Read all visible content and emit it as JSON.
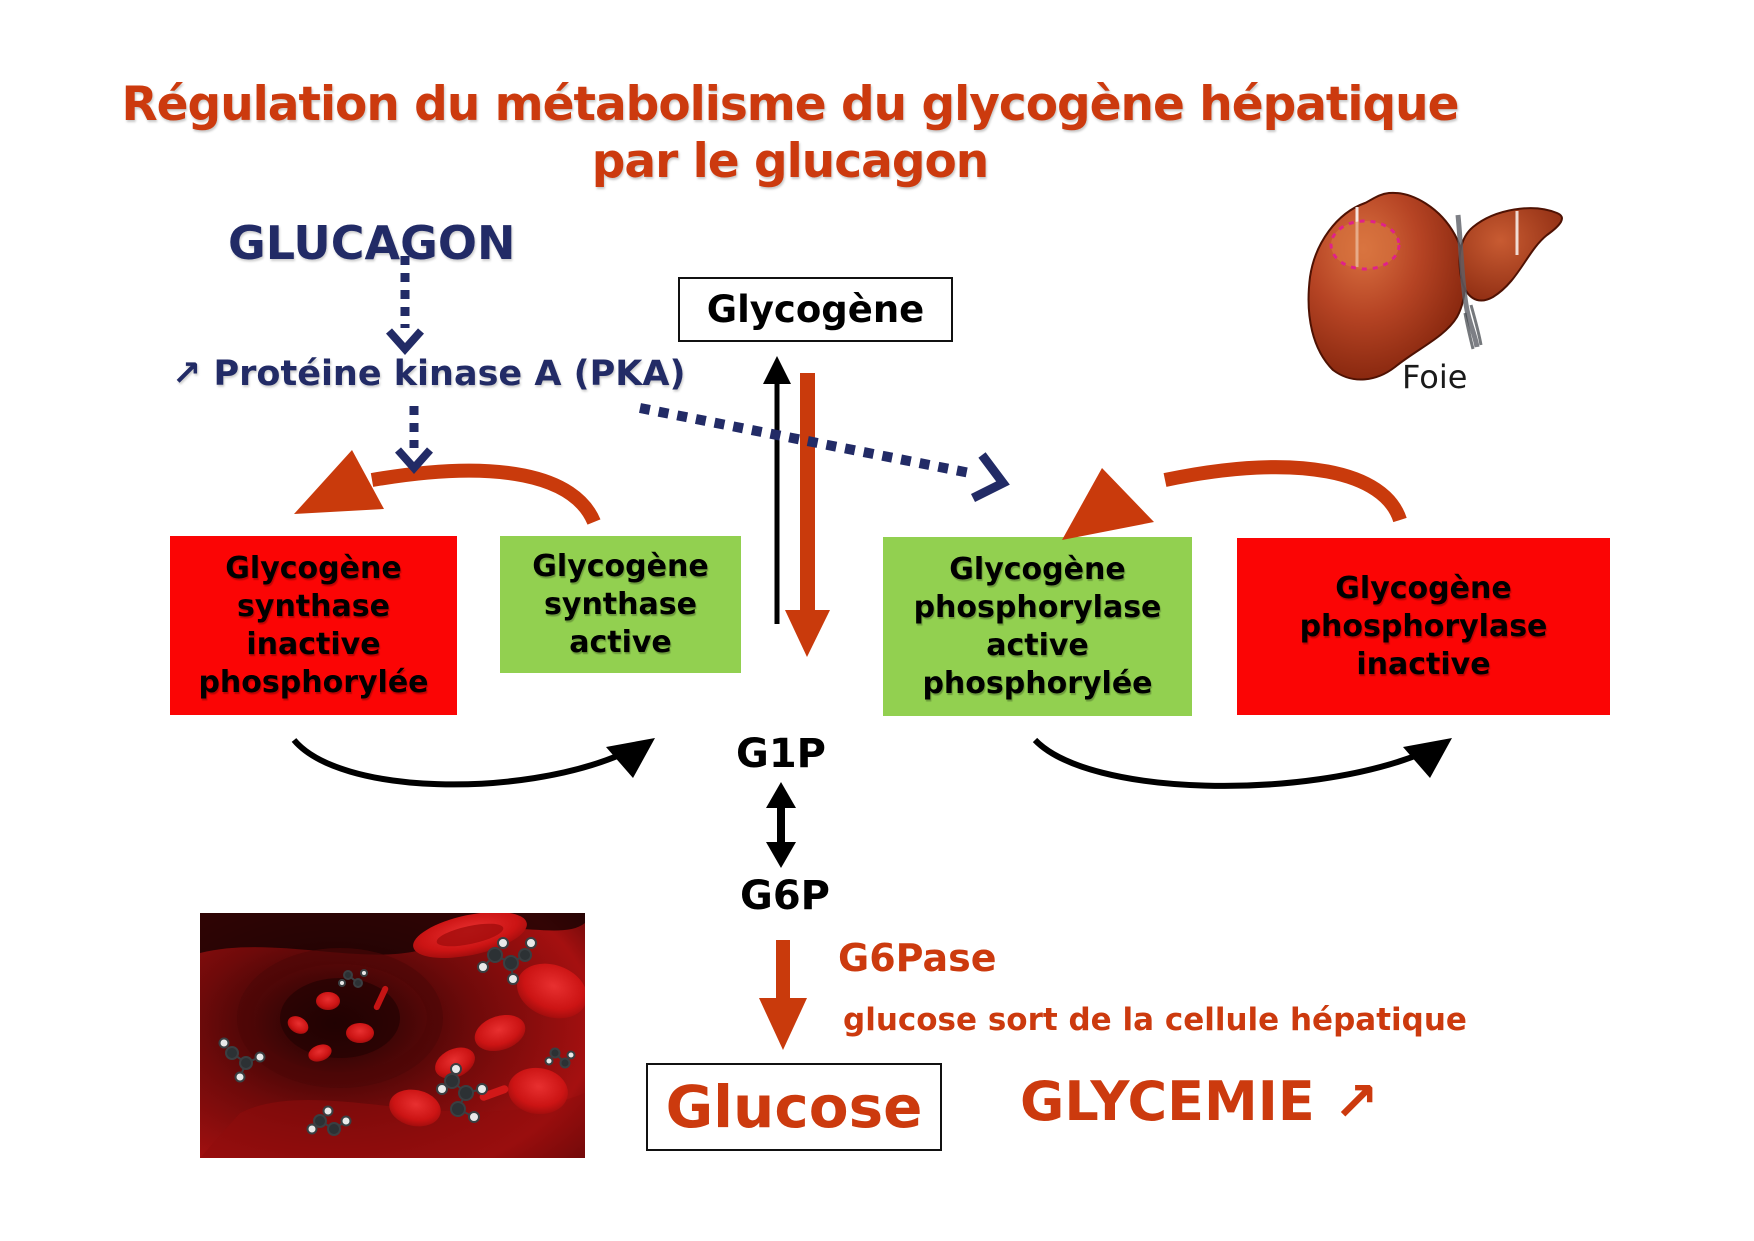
{
  "title": {
    "line1": "Régulation du métabolisme du glycogène hépatique",
    "line2": "par le glucagon"
  },
  "labels": {
    "glucagon": "GLUCAGON",
    "pka": "↗ Protéine kinase A (PKA)",
    "glycogene": "Glycogène",
    "g1p": "G1P",
    "g6p": "G6P",
    "g6pase": "G6Pase",
    "glucose_exit": "glucose sort de la cellule hépatique",
    "glucose": "Glucose",
    "glycemie": "GLYCEMIE ↗",
    "liver_caption": "Foie"
  },
  "enzyme_boxes": [
    {
      "name": "glycogen-synthase-inactive",
      "text": "Glycogène\nsynthase\ninactive\nphosphorylée",
      "state": "inactive",
      "color": "#fb0505"
    },
    {
      "name": "glycogen-synthase-active",
      "text": "Glycogène\nsynthase\nactive",
      "state": "active",
      "color": "#92d050"
    },
    {
      "name": "glycogen-phosphorylase-active",
      "text": "Glycogène\nphosphorylase\nactive\nphosphorylée",
      "state": "active",
      "color": "#92d050"
    },
    {
      "name": "glycogen-phosphorylase-inactive",
      "text": "Glycogène\nphosphorylase\ninactive",
      "state": "inactive",
      "color": "#fb0505"
    }
  ],
  "colors": {
    "title_orange": "#cc3a0e",
    "navy": "#222b66",
    "box_red": "#fb0505",
    "box_green": "#92d050",
    "arrow_orange": "#c93a0c",
    "black": "#000000"
  }
}
